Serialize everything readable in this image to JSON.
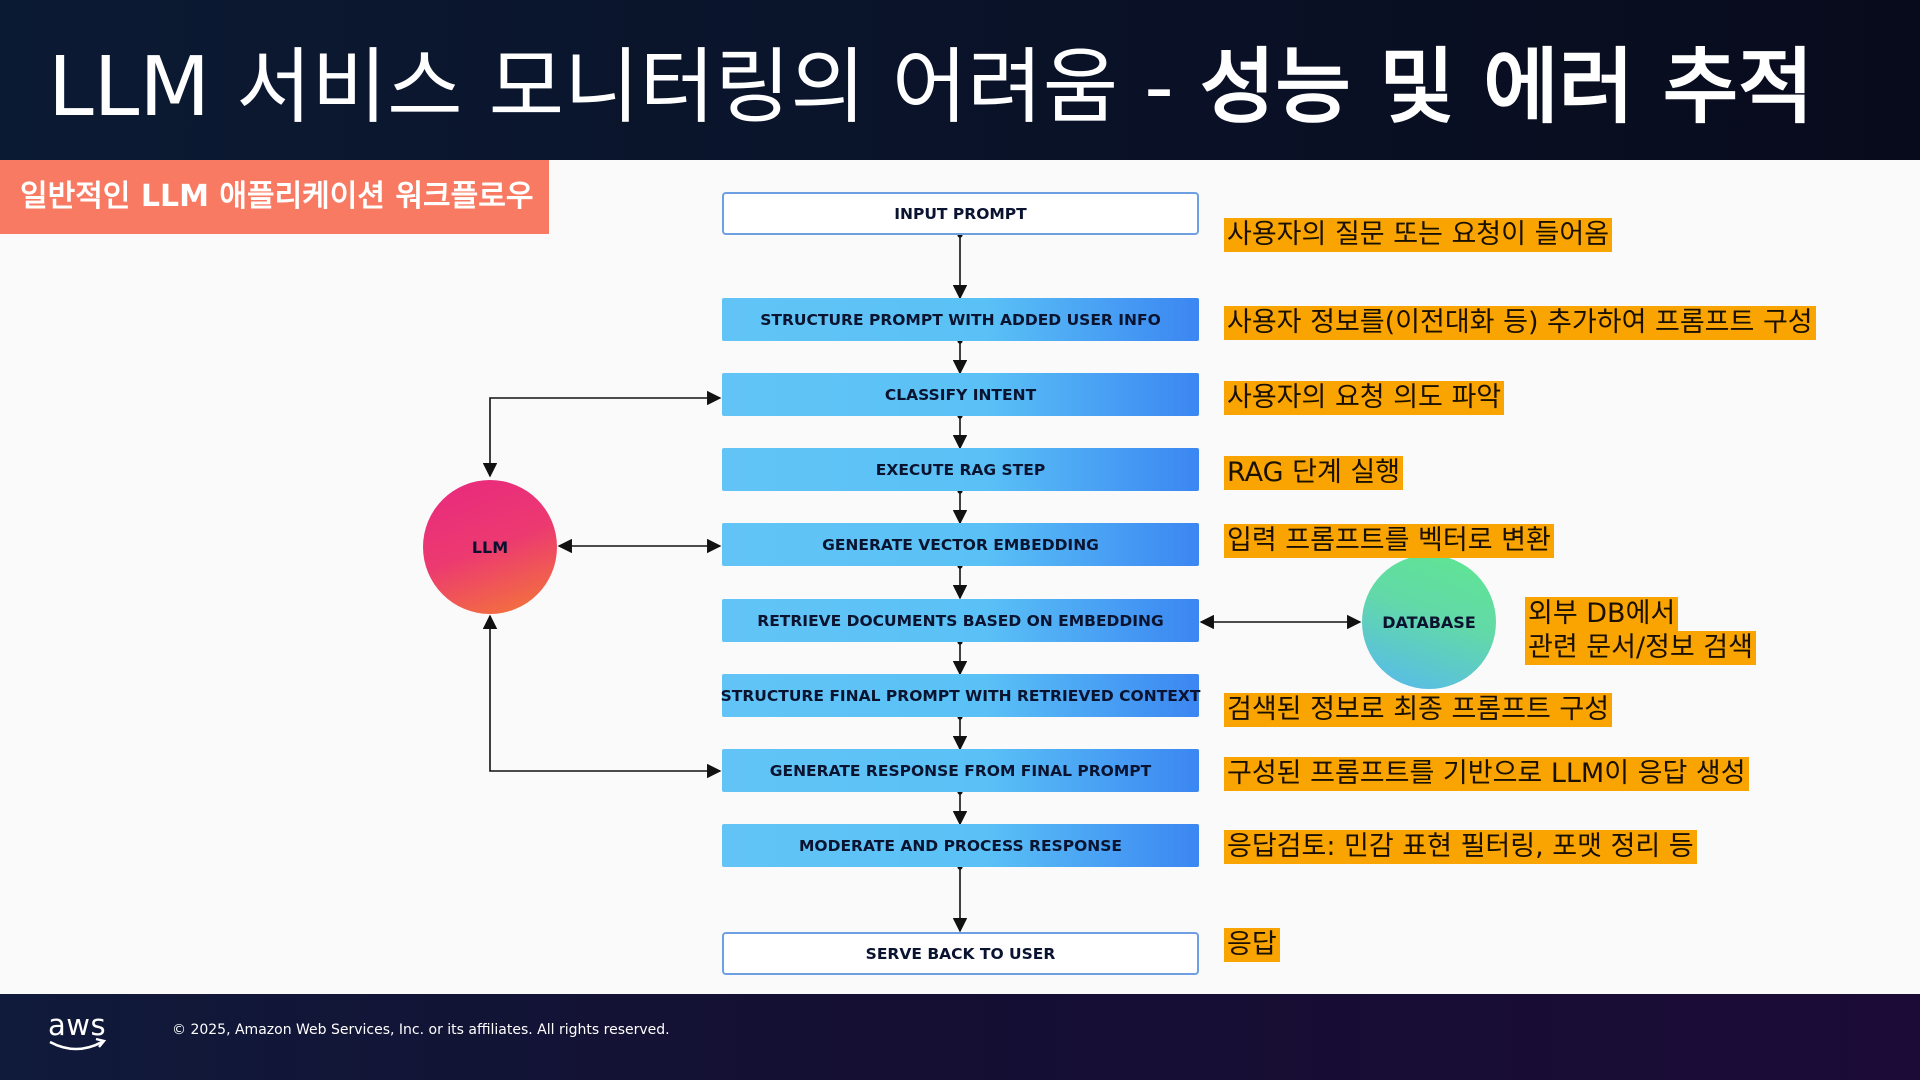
{
  "slide": {
    "title_regular": "LLM 서비스 모니터링의 어려움 - ",
    "title_bold": "성능 및 에러 추적",
    "section_tag": "일반적인 LLM 애플리케이션 워크플로우"
  },
  "workflow": {
    "steps": [
      {
        "label": "INPUT PROMPT",
        "style": "outline"
      },
      {
        "label": "STRUCTURE PROMPT WITH ADDED USER INFO",
        "style": "filled"
      },
      {
        "label": "CLASSIFY INTENT",
        "style": "filled"
      },
      {
        "label": "EXECUTE RAG STEP",
        "style": "filled"
      },
      {
        "label": "GENERATE VECTOR EMBEDDING",
        "style": "filled"
      },
      {
        "label": "RETRIEVE DOCUMENTS BASED ON EMBEDDING",
        "style": "filled"
      },
      {
        "label": "STRUCTURE FINAL PROMPT WITH RETRIEVED CONTEXT",
        "style": "filled"
      },
      {
        "label": "GENERATE RESPONSE FROM FINAL PROMPT",
        "style": "filled"
      },
      {
        "label": "MODERATE AND PROCESS RESPONSE",
        "style": "filled"
      },
      {
        "label": "SERVE BACK TO USER",
        "style": "outline"
      }
    ],
    "nodes": {
      "llm": "LLM",
      "database": "DATABASE"
    }
  },
  "annotations": [
    "사용자의 질문 또는 요청이 들어옴",
    "사용자 정보를(이전대화 등) 추가하여 프롬프트 구성",
    "사용자의 요청 의도 파악",
    "RAG 단계 실행",
    "입력 프롬프트를 벡터로 변환",
    "검색된 정보로 최종 프롬프트 구성",
    "구성된 프롬프트를 기반으로 LLM이 응답 생성",
    "응답검토: 민감 표현 필터링, 포맷 정리 등",
    "응답"
  ],
  "database_note": [
    "외부 DB에서",
    "관련 문서/정보 검색"
  ],
  "footer": {
    "logo": "aws",
    "copyright": "© 2025, Amazon Web Services, Inc. or its affiliates. All rights reserved."
  },
  "colors": {
    "header_bg": "#0b1a33",
    "tag_bg": "#f87a62",
    "step_fill": "#5ac1f6",
    "step_fill_end": "#3b86f2",
    "note_bg": "#f9a400",
    "llm_node": "#e8287f",
    "db_node": "#5fe690"
  }
}
